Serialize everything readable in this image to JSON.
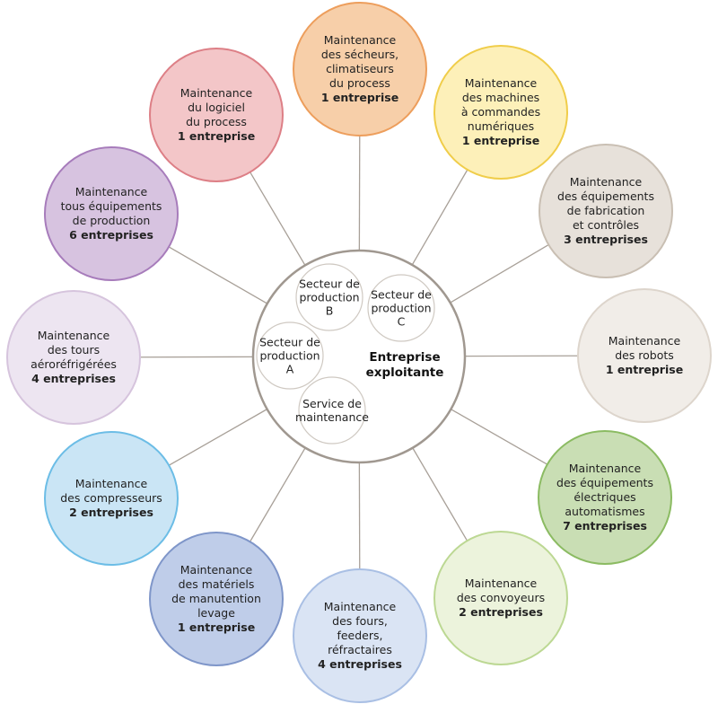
{
  "center": {
    "label": "Entreprise\nexploitante",
    "stroke": "#a09890"
  },
  "sub_units": [
    {
      "id": "secteur-b",
      "label": "Secteur de\nproduction\nB"
    },
    {
      "id": "secteur-c",
      "label": "Secteur de\nproduction\nC"
    },
    {
      "id": "secteur-a",
      "label": "Secteur de\nproduction\nA"
    },
    {
      "id": "service-maintenance",
      "label": "Service de\nmaintenance"
    }
  ],
  "nodes": [
    {
      "id": "secheurs",
      "text": "Maintenance\ndes sécheurs,\nclimatiseurs\ndu process",
      "count": "1 entreprise",
      "fill": "#f7cfa9",
      "stroke": "#ed9e5c"
    },
    {
      "id": "machines-cn",
      "text": "Maintenance\ndes machines\nà commandes\nnumériques",
      "count": "1 entreprise",
      "fill": "#fdf0b9",
      "stroke": "#f0cd4a"
    },
    {
      "id": "equipements-fabrication",
      "text": "Maintenance\ndes équipements\nde fabrication\net contrôles",
      "count": "3 entreprises",
      "fill": "#e7e1da",
      "stroke": "#c9bfb3"
    },
    {
      "id": "robots",
      "text": "Maintenance\ndes robots",
      "count": "1 entreprise",
      "fill": "#f1ede8",
      "stroke": "#ddd5cc"
    },
    {
      "id": "equipements-electriques",
      "text": "Maintenance\ndes équipements\nélectriques\nautomatismes",
      "count": "7 entreprises",
      "fill": "#c9deb4",
      "stroke": "#8bbb62"
    },
    {
      "id": "convoyeurs",
      "text": "Maintenance\ndes convoyeurs",
      "count": "2 entreprises",
      "fill": "#ecf3dc",
      "stroke": "#bcd893"
    },
    {
      "id": "fours",
      "text": "Maintenance\ndes fours,\nfeeders,\nréfractaires",
      "count": "4 entreprises",
      "fill": "#dae4f4",
      "stroke": "#a9bfe4"
    },
    {
      "id": "manutention",
      "text": "Maintenance\ndes matériels\nde manutention\nlevage",
      "count": "1 entreprise",
      "fill": "#bfcde9",
      "stroke": "#7f96c9"
    },
    {
      "id": "compresseurs",
      "text": "Maintenance\ndes compresseurs",
      "count": "2 entreprises",
      "fill": "#cae5f5",
      "stroke": "#6cbde6"
    },
    {
      "id": "tours",
      "text": "Maintenance\ndes tours\naéroréfrigérées",
      "count": "4 entreprises",
      "fill": "#ede5f1",
      "stroke": "#d6c4dd"
    },
    {
      "id": "tous-equipements",
      "text": "Maintenance\ntous équipements\nde production",
      "count": "6 entreprises",
      "fill": "#d7c3e0",
      "stroke": "#a77cbb"
    },
    {
      "id": "logiciel",
      "text": "Maintenance\ndu logiciel\ndu process",
      "count": "1 entreprise",
      "fill": "#f3c6c8",
      "stroke": "#dd7f86"
    }
  ]
}
